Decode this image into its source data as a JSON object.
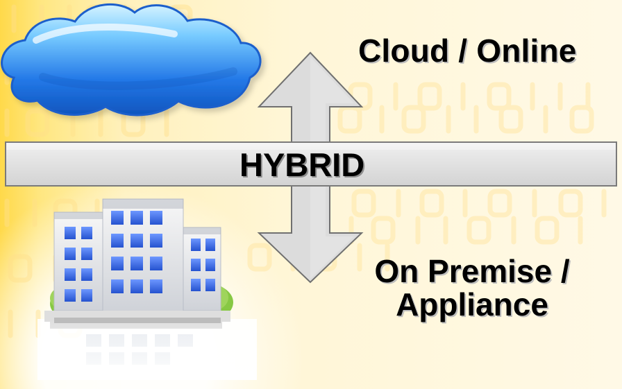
{
  "labels": {
    "cloud_online": "Cloud / Online",
    "hybrid": "HYBRID",
    "on_premise_line1": "On Premise /",
    "on_premise_line2": "Appliance"
  },
  "icons": {
    "cloud": "cloud-icon",
    "building": "office-building-icon",
    "arrow": "double-arrow-icon"
  },
  "colors": {
    "background_yellow": "#ffe06a",
    "binary_digits": "#ffe599",
    "band_fill": "#e0e0e0",
    "band_outline": "#7a7a7a",
    "cloud_blue": "#2d7ee8",
    "building_blue": "#4166e8"
  }
}
